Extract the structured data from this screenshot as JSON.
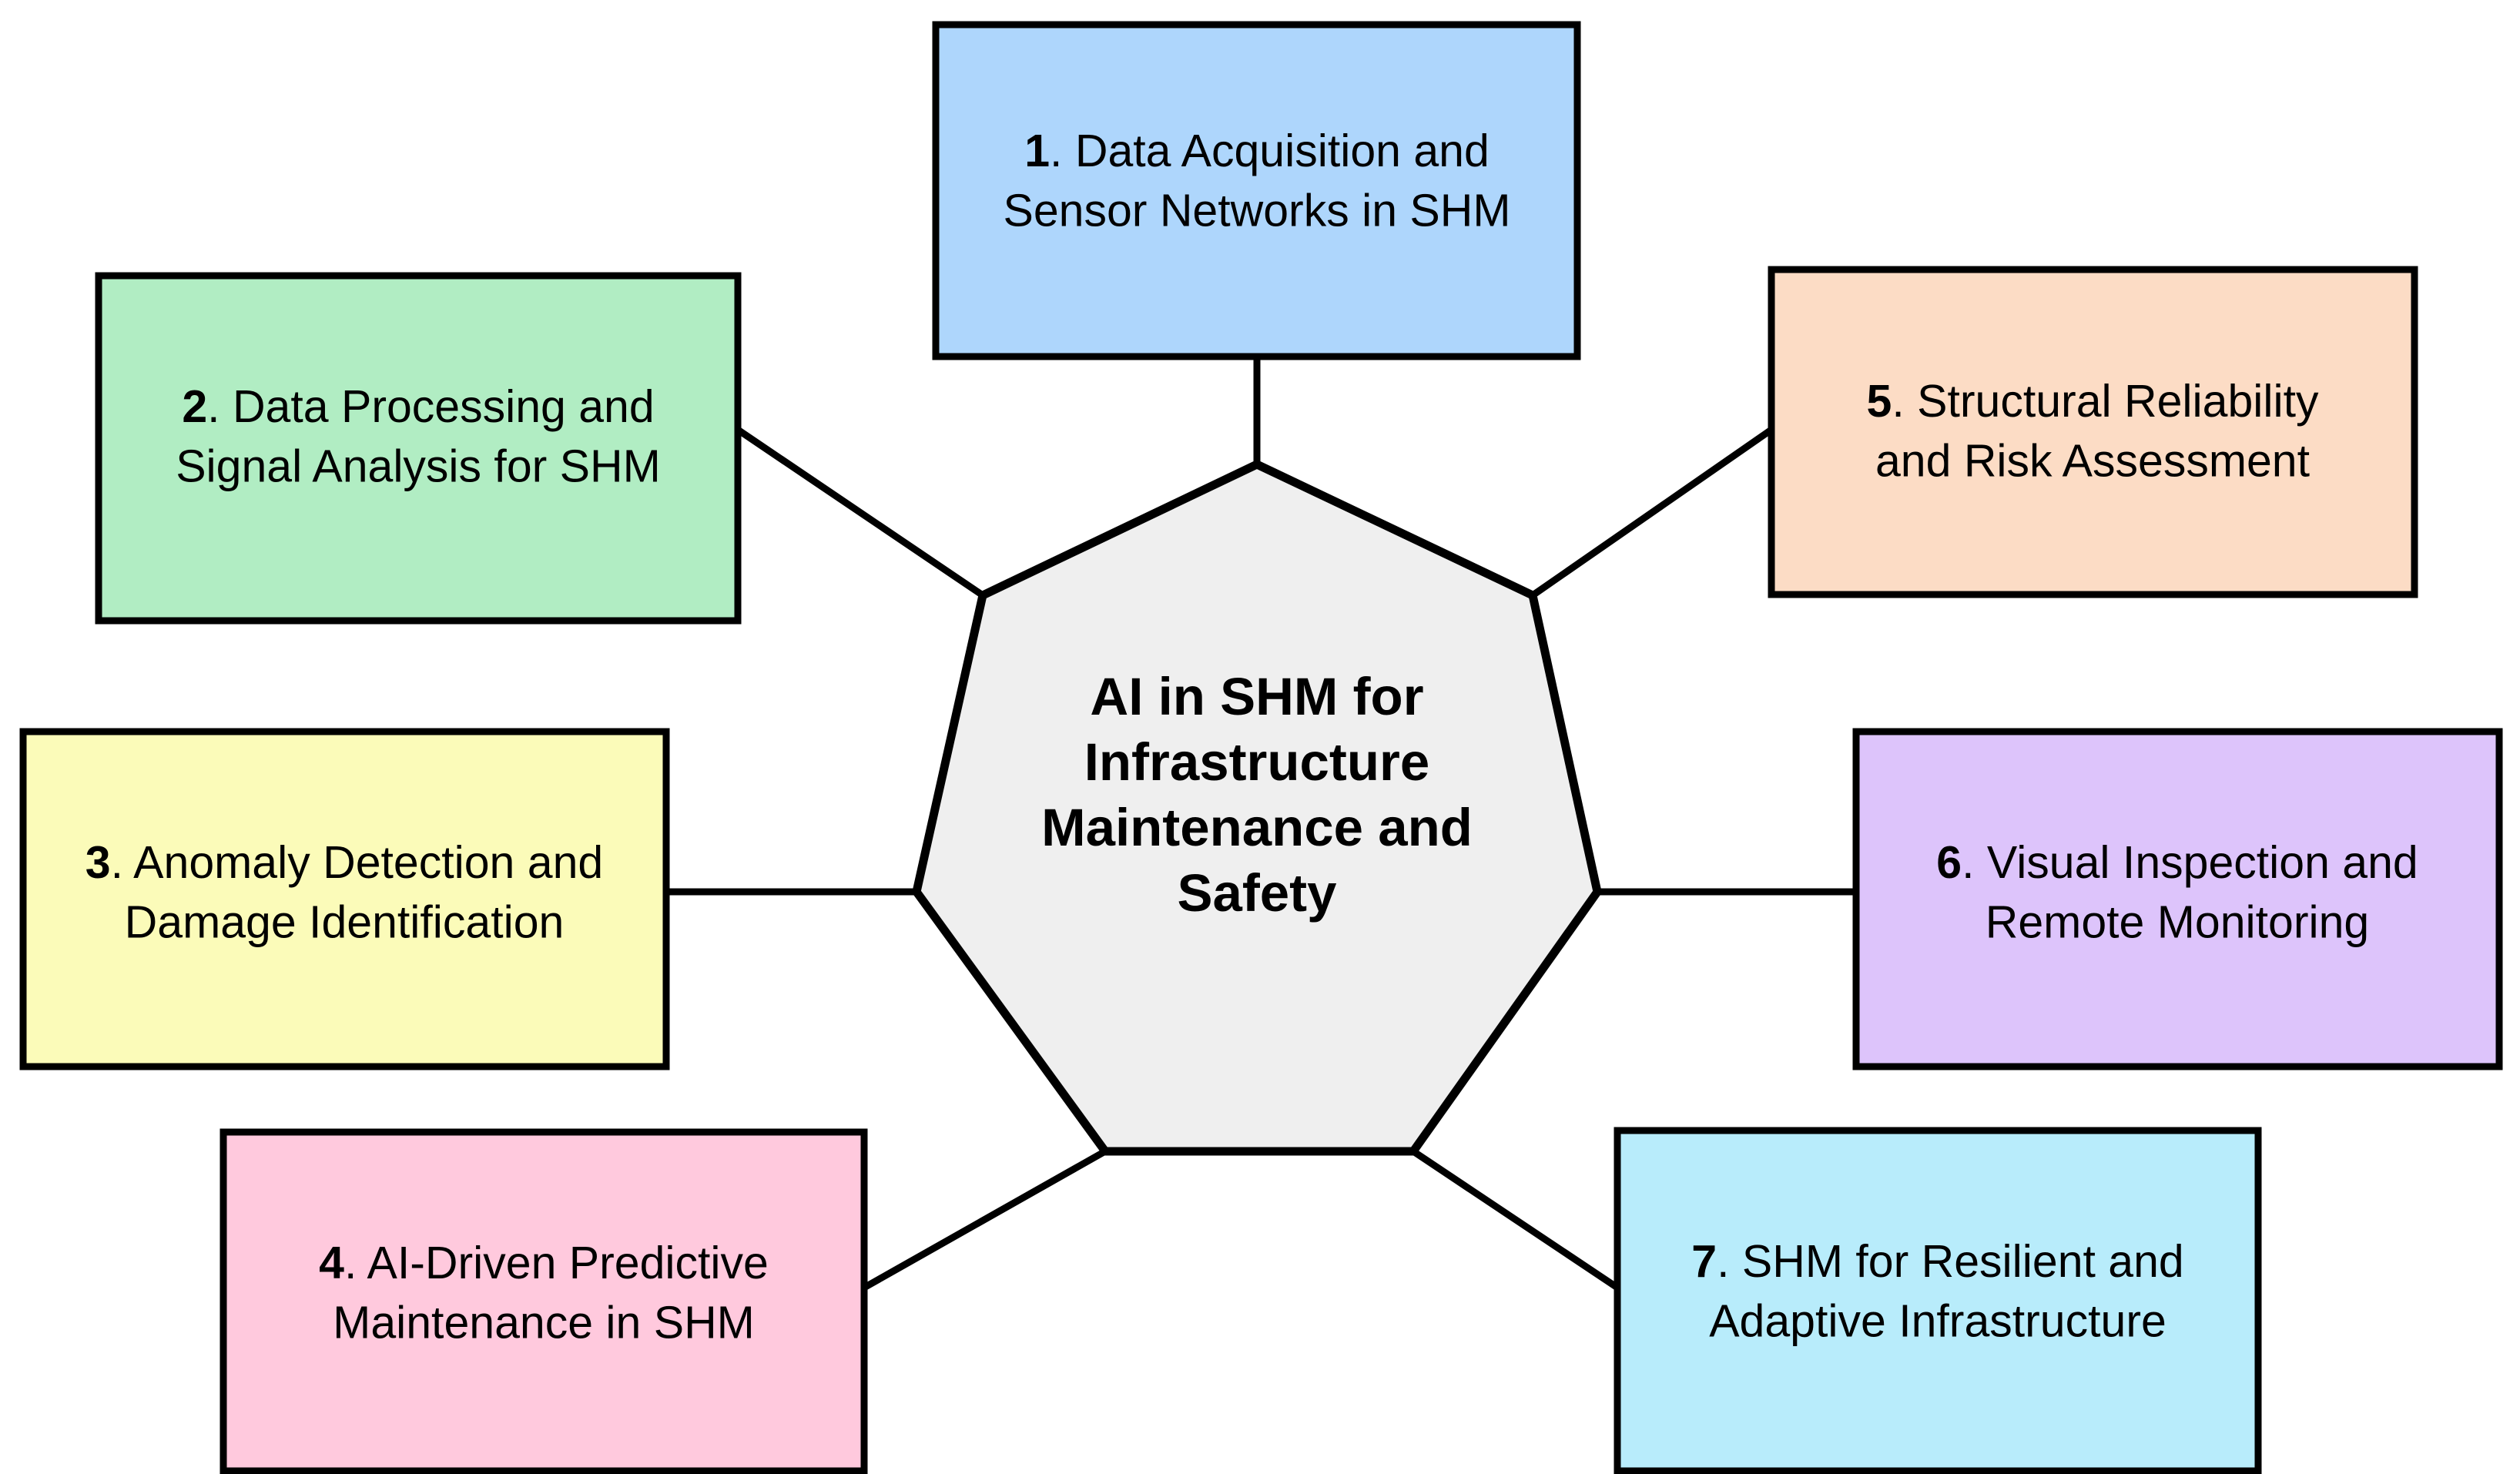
{
  "diagram": {
    "type": "hub-and-spoke mind map",
    "center": {
      "shape": "heptagon",
      "fill_color": "#efefef",
      "stroke_color": "#000000",
      "title_line_1": "AI in SHM for",
      "title_line_2": "Infrastructure",
      "title_line_3": "Maintenance and",
      "title_line_4": "Safety"
    },
    "nodes": [
      {
        "index": "1",
        "index_suffix": ".",
        "line_1": "Data Acquisition and",
        "line_2": "Sensor Networks in SHM",
        "fill_color": "#aed6fc",
        "stroke_color": "#000000",
        "position": "top"
      },
      {
        "index": "2",
        "index_suffix": ".",
        "line_1": "Data Processing and",
        "line_2": "Signal Analysis for SHM",
        "fill_color": "#b1edc3",
        "stroke_color": "#000000",
        "position": "upper-left"
      },
      {
        "index": "3",
        "index_suffix": ".",
        "line_1": "Anomaly Detection and",
        "line_2": "Damage Identification",
        "fill_color": "#fbfbb9",
        "stroke_color": "#000000",
        "position": "left"
      },
      {
        "index": "4",
        "index_suffix": ".",
        "line_1": "AI-Driven Predictive",
        "line_2": "Maintenance in SHM",
        "fill_color": "#ffc9dd",
        "stroke_color": "#000000",
        "position": "lower-left"
      },
      {
        "index": "5",
        "index_suffix": ".",
        "line_1": "Structural Reliability",
        "line_2": "and Risk Assessment",
        "fill_color": "#fcdcc5",
        "stroke_color": "#000000",
        "position": "upper-right"
      },
      {
        "index": "6",
        "index_suffix": ".",
        "line_1": "Visual Inspection and",
        "line_2": "Remote Monitoring",
        "fill_color": "#ddc4fb",
        "stroke_color": "#000000",
        "position": "right"
      },
      {
        "index": "7",
        "index_suffix": ".",
        "line_1": "SHM for Resilient and",
        "line_2": "Adaptive Infrastructure",
        "fill_color": "#b8ecfb",
        "stroke_color": "#000000",
        "position": "lower-right"
      }
    ]
  }
}
